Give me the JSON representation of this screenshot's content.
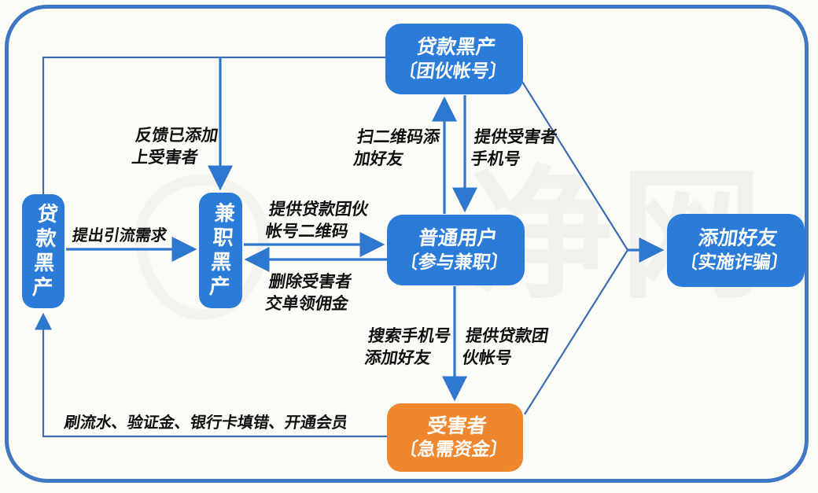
{
  "watermark": "净网",
  "colors": {
    "box_blue": "#2b7cd9",
    "box_orange": "#f0862e",
    "frame_blue": "#3f77c4",
    "arrow_blue": "#2e77cf",
    "line_blue": "#3d6db0",
    "label_black": "#101010"
  },
  "nodes": {
    "loan_gang_account": {
      "line1": "贷款黑产",
      "line2": "〔团伙帐号〕"
    },
    "loan_gang": {
      "label": "贷款黑产"
    },
    "parttime_gang": {
      "label": "兼职黑产"
    },
    "ordinary_user": {
      "line1": "普通用户",
      "line2": "〔参与兼职〕"
    },
    "add_friend": {
      "line1": "添加好友",
      "line2": "〔实施诈骗〕"
    },
    "victim": {
      "line1": "受害者",
      "line2": "〔急需资金〕"
    }
  },
  "edges": {
    "feedback_added_victim": {
      "line1": "反馈已添加",
      "line2": "上受害者"
    },
    "raise_traffic_demand": {
      "label": "提出引流需求"
    },
    "provide_gang_qr": {
      "line1": "提供贷款团伙",
      "line2": "帐号二维码"
    },
    "delete_victim_commission": {
      "line1": "删除受害者",
      "line2": "交单领佣金"
    },
    "scan_qr_add_friend": {
      "line1": "扫二维码添",
      "line2": "加好友"
    },
    "provide_victim_phone": {
      "line1": "提供受害者",
      "line2": "手机号"
    },
    "search_phone_add_friend": {
      "line1": "搜索手机号",
      "line2": "添加好友"
    },
    "provide_gang_account": {
      "line1": "提供贷款团",
      "line2": "伙帐号"
    },
    "victim_payments": {
      "label": "刷流水、验证金、银行卡填错、开通会员"
    }
  }
}
